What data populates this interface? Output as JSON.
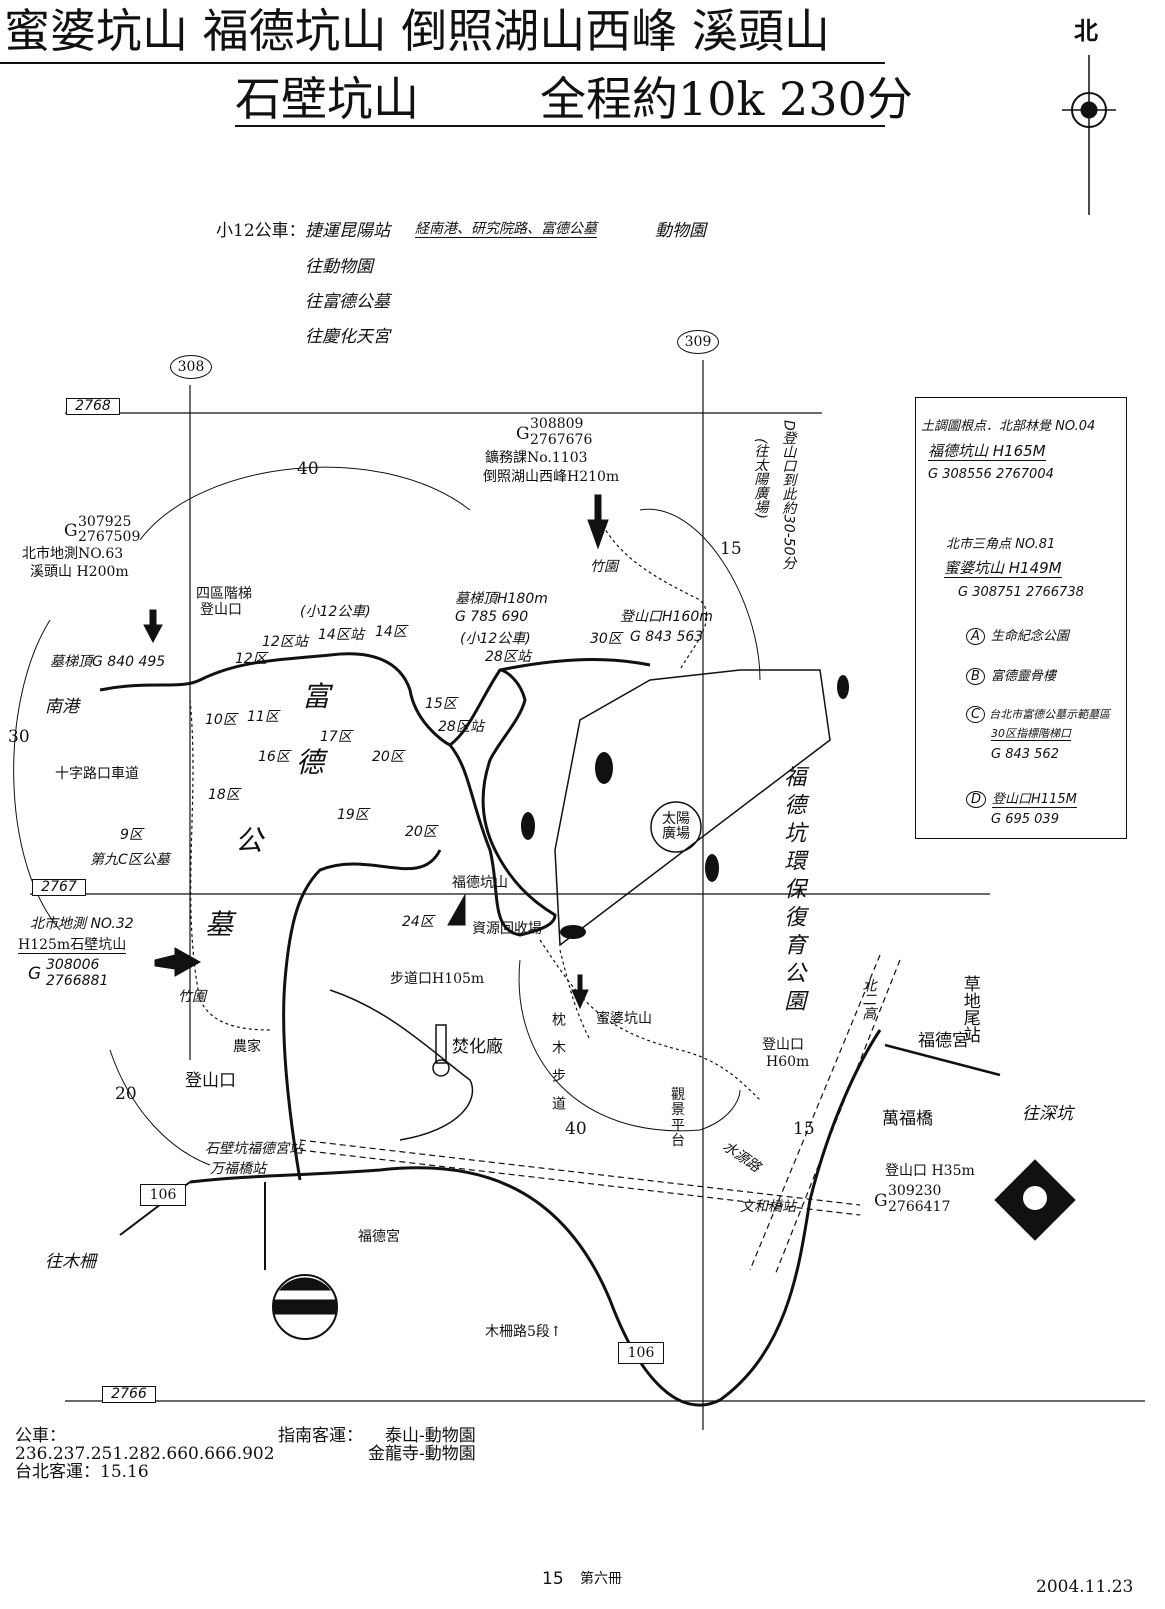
{
  "title": {
    "line1": "蜜婆坑山 福德坑山 倒照湖山西峰 溪頭山",
    "line2_name": "石壁坑山",
    "line2_summary": "全程約10k 230分"
  },
  "compass": {
    "north": "北"
  },
  "bus_info": {
    "label": "小12公車：",
    "route_start": "捷運昆陽站",
    "route_via": "経南港、研究院路、富德公墓",
    "route_end": "動物園",
    "directions": [
      "往動物園",
      "往富德公墓",
      "往慶化天宮"
    ]
  },
  "road_markers": {
    "r308": "308",
    "r309": "309",
    "r106a": "106",
    "r106b": "106"
  },
  "grid": {
    "n2768": "2768",
    "n2767": "2767",
    "n2766": "2766"
  },
  "distances": {
    "d40a": "40",
    "d30": "30",
    "d15a": "15",
    "d20": "20",
    "d40b": "40",
    "d15b": "15"
  },
  "peaks": {
    "xitoushan": {
      "coord_e": "307925",
      "coord_n": "2767509",
      "g": "G",
      "survey": "北市地測NO.63",
      "name": "溪頭山 H200m"
    },
    "daozhaohu": {
      "coord_e": "308809",
      "coord_n": "2767676",
      "g": "G",
      "survey": "鑛務課No.1103",
      "name": "倒照湖山西峰H210m"
    },
    "shibikeng": {
      "survey": "北市地測 NO.32",
      "name": "H125m石壁坑山",
      "g": "G",
      "coord_e": "308006",
      "coord_n": "2766881"
    },
    "trailhead35": {
      "name": "登山口 H35m",
      "g": "G",
      "coord_e": "309230",
      "coord_n": "2766417"
    }
  },
  "labels": {
    "siqu": "四區階梯",
    "siqu2": "登山口",
    "nangang": "南港",
    "cross": "十字路口車道",
    "ninec": "第九C区公墓",
    "stairs_top_w": "墓梯頂G 840 495",
    "stairs_top_n": "墓梯頂H180m",
    "stairs_top_n_g": "G 785 690",
    "bus12_a": "(小12公車)",
    "bus12_b": "(小12公車)",
    "st12": "12区站",
    "st14": "14区站",
    "st28": "28区站",
    "st28b": "28区站",
    "trailhead160": "登山口H160m",
    "g843": "G 843 563",
    "q30": "30区",
    "fu": "富",
    "de": "德",
    "gong": "公",
    "mu": "墓",
    "fudekeng": "福德坑山",
    "recycle": "資源回收場",
    "step105": "步道口H105m",
    "mipokeng": "蜜婆坑山",
    "zhenmu": "枕木步道",
    "view": "觀景平台",
    "trail60": "登山口",
    "trail60h": "H60m",
    "incinerator": "焚化廠",
    "farm": "農家",
    "trailhead_w": "登山口",
    "wanfu_st": "万福橋站",
    "shibi_st": "石壁坑福德宮站",
    "fudegong_s": "福德宮",
    "to_muzha": "往木柵",
    "muzha_rd": "木柵路5段↑",
    "wenhe_st": "文和橋站",
    "shuiyuan": "水源路",
    "fudegong_e": "福德宮",
    "caodi": "草地尾站",
    "wanfu_br": "萬福橋",
    "to_shenkeng": "往深坑",
    "freeway": "北二高",
    "sun_plaza": "太陽廣場",
    "park": "福德坑環保復育公園",
    "d_note": "D登山口到此約30-50分",
    "d_note2": "(往太陽廣場)",
    "zones": [
      "9区",
      "10区",
      "11区",
      "12区",
      "14区",
      "15区",
      "16区",
      "17区",
      "18区",
      "19区",
      "20区",
      "20区",
      "24区",
      "竹園",
      "竹園"
    ]
  },
  "legend": {
    "line1": "土調圖根点．北部林覺 NO.04",
    "p1_name": "福德坑山 H165M",
    "p1_g": "G 308556 2767004",
    "line2": "北市三角点 NO.81",
    "p2_name": "蜜婆坑山 H149M",
    "p2_g": "G 308751 2766738",
    "a": "生命紀念公園",
    "b": "富德靈骨樓",
    "c": "台北市富德公墓示範墓區",
    "c2": "30区指標階梯口",
    "c_g": "G 843 562",
    "d": "登山口H115M",
    "d_g": "G 695 039",
    "marks": [
      "A",
      "B",
      "C",
      "D"
    ]
  },
  "footer": {
    "bus_label": "公車：",
    "bus_routes": "236.237.251.282.660.666.902",
    "taipei_bus": "台北客運：15.16",
    "zhinan_label": "指南客運：",
    "zhinan_1": "泰山-動物園",
    "zhinan_2": "金龍寺-動物園",
    "page": "15",
    "volume": "第六冊",
    "date": "2004.11.23"
  }
}
